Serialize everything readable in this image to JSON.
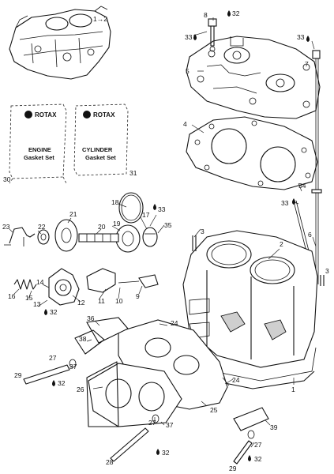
{
  "ref_note": "1→2",
  "kits": [
    {
      "brand": "ROTAX",
      "line1": "ENGINE",
      "line2": "Gasket Set",
      "number": "30"
    },
    {
      "brand": "ROTAX",
      "line1": "CYLINDER",
      "line2": "Gasket Set",
      "number": "31"
    }
  ],
  "callouts": [
    "8",
    "32",
    "33",
    "33",
    "5",
    "7",
    "4",
    "34",
    "33",
    "3",
    "2",
    "6",
    "3",
    "18",
    "17",
    "33",
    "35",
    "23",
    "22",
    "21",
    "20",
    "19",
    "16",
    "15",
    "14",
    "13",
    "12",
    "11",
    "10",
    "9",
    "32",
    "36",
    "24",
    "38",
    "27",
    "37",
    "29",
    "32",
    "26",
    "24",
    "25",
    "1",
    "27",
    "37",
    "28",
    "32",
    "39",
    "27",
    "29",
    "32"
  ]
}
